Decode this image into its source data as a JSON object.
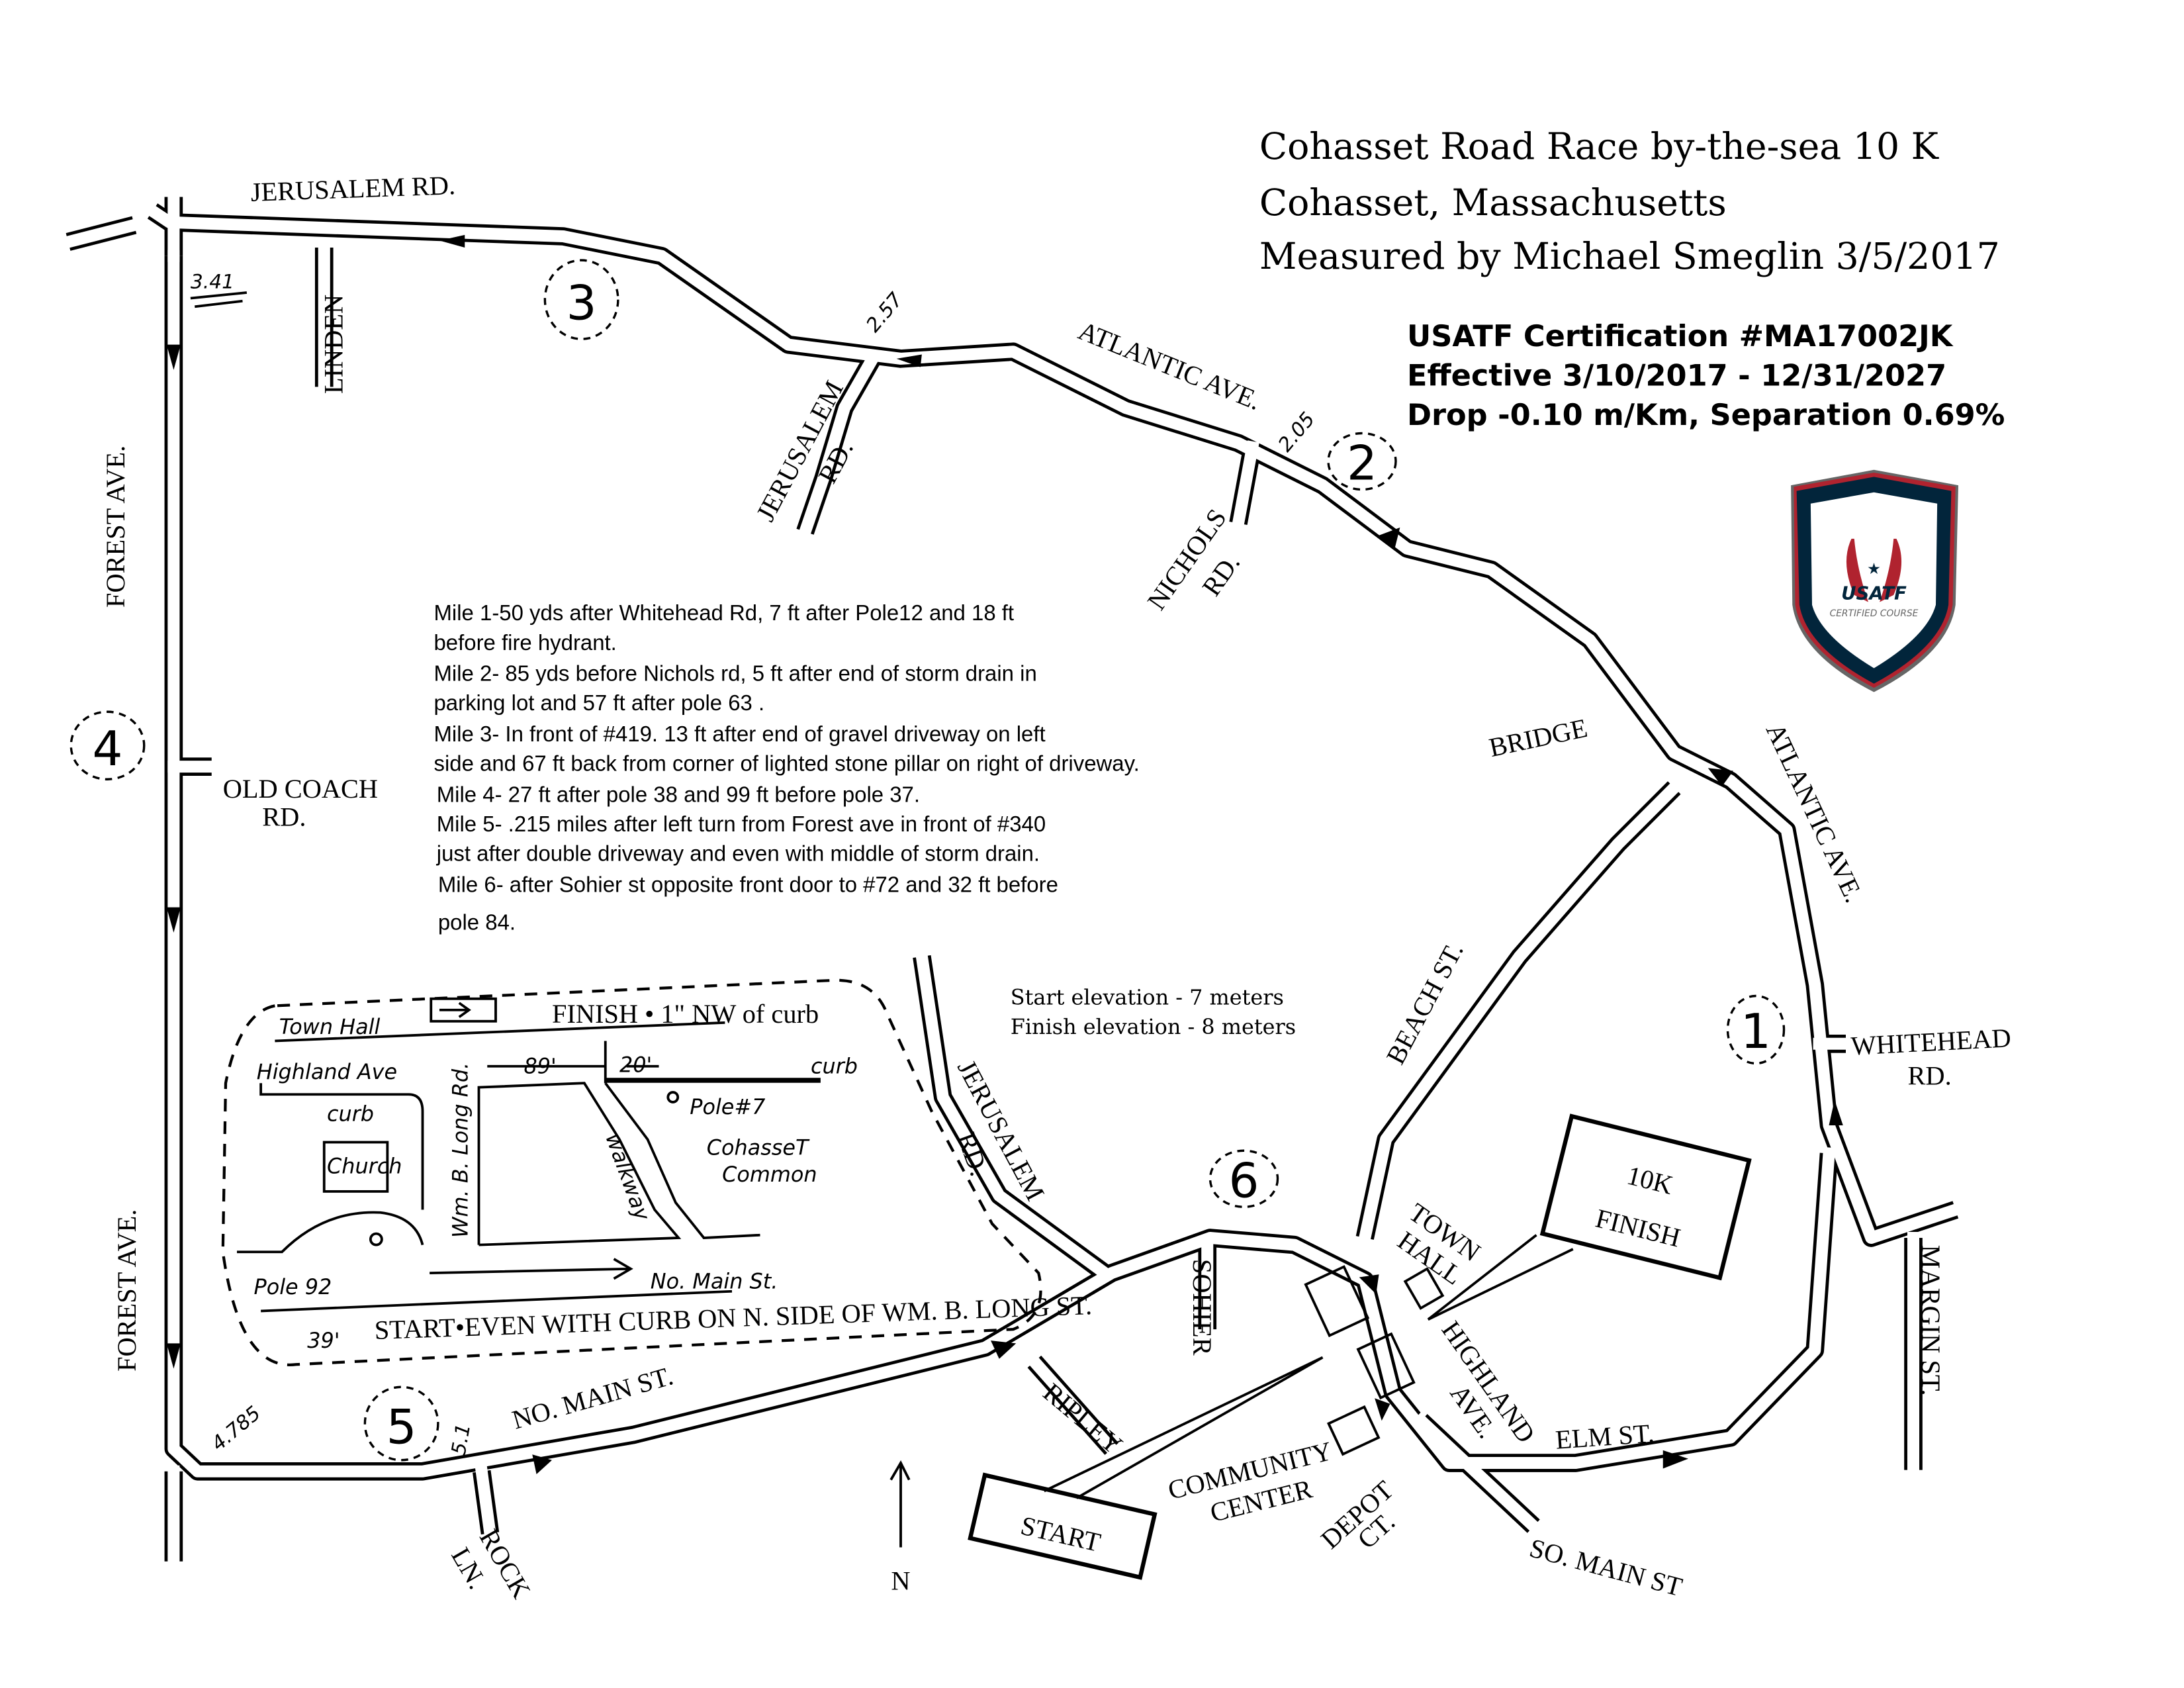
{
  "header": {
    "title_lines": [
      "Cohasset Road Race by-the-sea 10 K",
      "Cohasset, Massachusetts",
      "Measured by Michael Smeglin 3/5/2017"
    ],
    "certification_lines": [
      "USATF Certification #MA17002JK",
      "Effective 3/10/2017 - 12/31/2027",
      "Drop -0.10 m/Km, Separation 0.69%"
    ]
  },
  "logo": {
    "text": "USATF",
    "subtext": "CERTIFIED COURSE",
    "colors": {
      "navy": "#02253B",
      "red": "#B0232F",
      "gray": "#666666"
    }
  },
  "notes": [
    "Mile 1-50 yds after Whitehead Rd, 7 ft after Pole12 and 18 ft",
    "before fire hydrant.",
    "Mile 2- 85 yds before Nichols rd, 5 ft after end of storm drain in",
    "parking lot and 57 ft after pole  63 .",
    "Mile 3- In front of #419.  13 ft after end of gravel driveway on left",
    "side and 67 ft back from corner of lighted stone pillar on right of driveway.",
    "Mile 4- 27 ft after pole 38 and 99 ft before pole 37.",
    "Mile 5- .215 miles after left turn from Forest ave in front of #340",
    "just after double driveway and even with middle of storm drain.",
    "Mile 6- after Sohier st opposite front door to #72 and 32 ft before",
    "pole 84."
  ],
  "elevation": {
    "start": "Start elevation - 7 meters",
    "finish": "Finish elevation - 8 meters"
  },
  "streets": {
    "jerusalem_top": "JERUSALEM RD.",
    "linden": "LINDEN",
    "forest_upper": "FOREST AVE.",
    "forest_lower": "FOREST AVE.",
    "old_coach_1": "OLD COACH",
    "old_coach_2": "RD.",
    "atlantic_top": "ATLANTIC AVE.",
    "atlantic_right": "ATLANTIC AVE.",
    "jerusalem_mid_1": "JERUSALEM",
    "jerusalem_mid_2": "RD.",
    "nichols_1": "NICHOLS",
    "nichols_2": "RD.",
    "bridge": "BRIDGE",
    "beach": "BEACH ST.",
    "whitehead_1": "WHITEHEAD",
    "whitehead_2": "RD.",
    "margin": "MARGIN ST.",
    "jerusalem_low_1": "JERUSALEM",
    "jerusalem_low_2": "RD.",
    "sohier": "SOHIER",
    "town_hall_1": "TOWN",
    "town_hall_2": "HALL",
    "highland_1": "HIGHLAND",
    "highland_2": "AVE.",
    "elm": "ELM ST.",
    "so_main": "SO. MAIN ST",
    "depot_1": "DEPOT",
    "depot_2": "CT.",
    "community_1": "COMMUNITY",
    "community_2": "CENTER",
    "ripley": "RIPLEY",
    "no_main": "NO. MAIN ST.",
    "rock_1": "ROCK",
    "rock_2": "LN."
  },
  "miles": [
    "1",
    "2",
    "3",
    "4",
    "5",
    "6"
  ],
  "splits": [
    "3.41",
    "2.57",
    "2.05",
    "4.785",
    "5.1"
  ],
  "boxes": {
    "finish_1": "10K",
    "finish_2": "FINISH",
    "start": "START"
  },
  "north": "N",
  "inset": {
    "finish": "FINISH • 1\" NW of curb",
    "town_hall": "Town Hall",
    "highland": "Highland Ave",
    "curb_left": "curb",
    "curb_right": "curb",
    "church": "Church",
    "wm_b_long": "Wm. B. Long Rd.",
    "dist_89": "89'",
    "dist_20": "20'",
    "pole7": "Pole#7",
    "walkway": "walkway",
    "common_1": "CohasseT",
    "common_2": "Common",
    "no_main": "No. Main St.",
    "pole92": "Pole 92",
    "dist_39": "39'",
    "start": "START•EVEN WITH CURB ON N. SIDE OF WM. B. LONG ST."
  }
}
